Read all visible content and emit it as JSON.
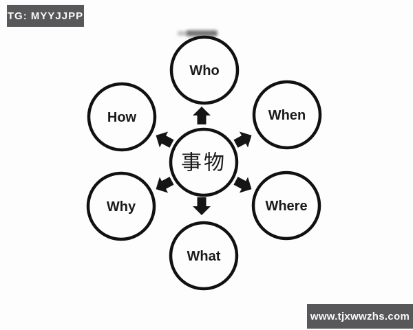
{
  "watermarks": {
    "top_left": "TG: MYYJJPP",
    "bottom_right": "www.tjxwwzhs.com",
    "badge_bg": "#58585a",
    "badge_text_color": "#fafafa"
  },
  "diagram": {
    "type": "5W1H-radial",
    "center_label": "事物",
    "nodes": [
      {
        "id": "who",
        "label": "Who",
        "position": "top"
      },
      {
        "id": "when",
        "label": "When",
        "position": "top-right"
      },
      {
        "id": "where",
        "label": "Where",
        "position": "bottom-right"
      },
      {
        "id": "what",
        "label": "What",
        "position": "bottom"
      },
      {
        "id": "why",
        "label": "Why",
        "position": "bottom-left"
      },
      {
        "id": "how",
        "label": "How",
        "position": "top-left"
      }
    ],
    "arrows": [
      "up",
      "upper-right",
      "lower-right",
      "down",
      "lower-left",
      "upper-left"
    ],
    "stroke_color": "#111111",
    "text_color": "#1a1a1a",
    "arrow_color": "#151515",
    "background": "#fdfdfd"
  }
}
